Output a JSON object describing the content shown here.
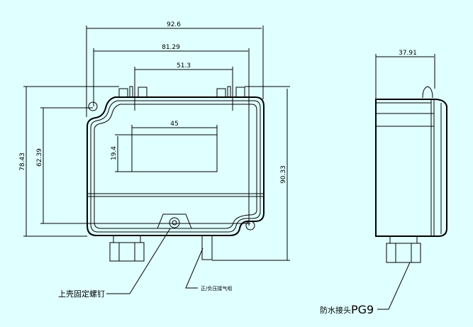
{
  "dimensions": {
    "overall_width": "92.6",
    "mount_hole_spacing": "81.29",
    "top_spacing": "51.3",
    "window_width": "45",
    "window_height": "19.4",
    "overall_height_left": "78.43",
    "mount_hole_height": "62.39",
    "overall_height_right": "90.33",
    "side_depth": "37.91"
  },
  "callouts": {
    "cover_screw": "上壳固定螺钉",
    "pressure_port": "正/负压接气咀",
    "gland": "防水接头",
    "gland_size": "PG9"
  }
}
